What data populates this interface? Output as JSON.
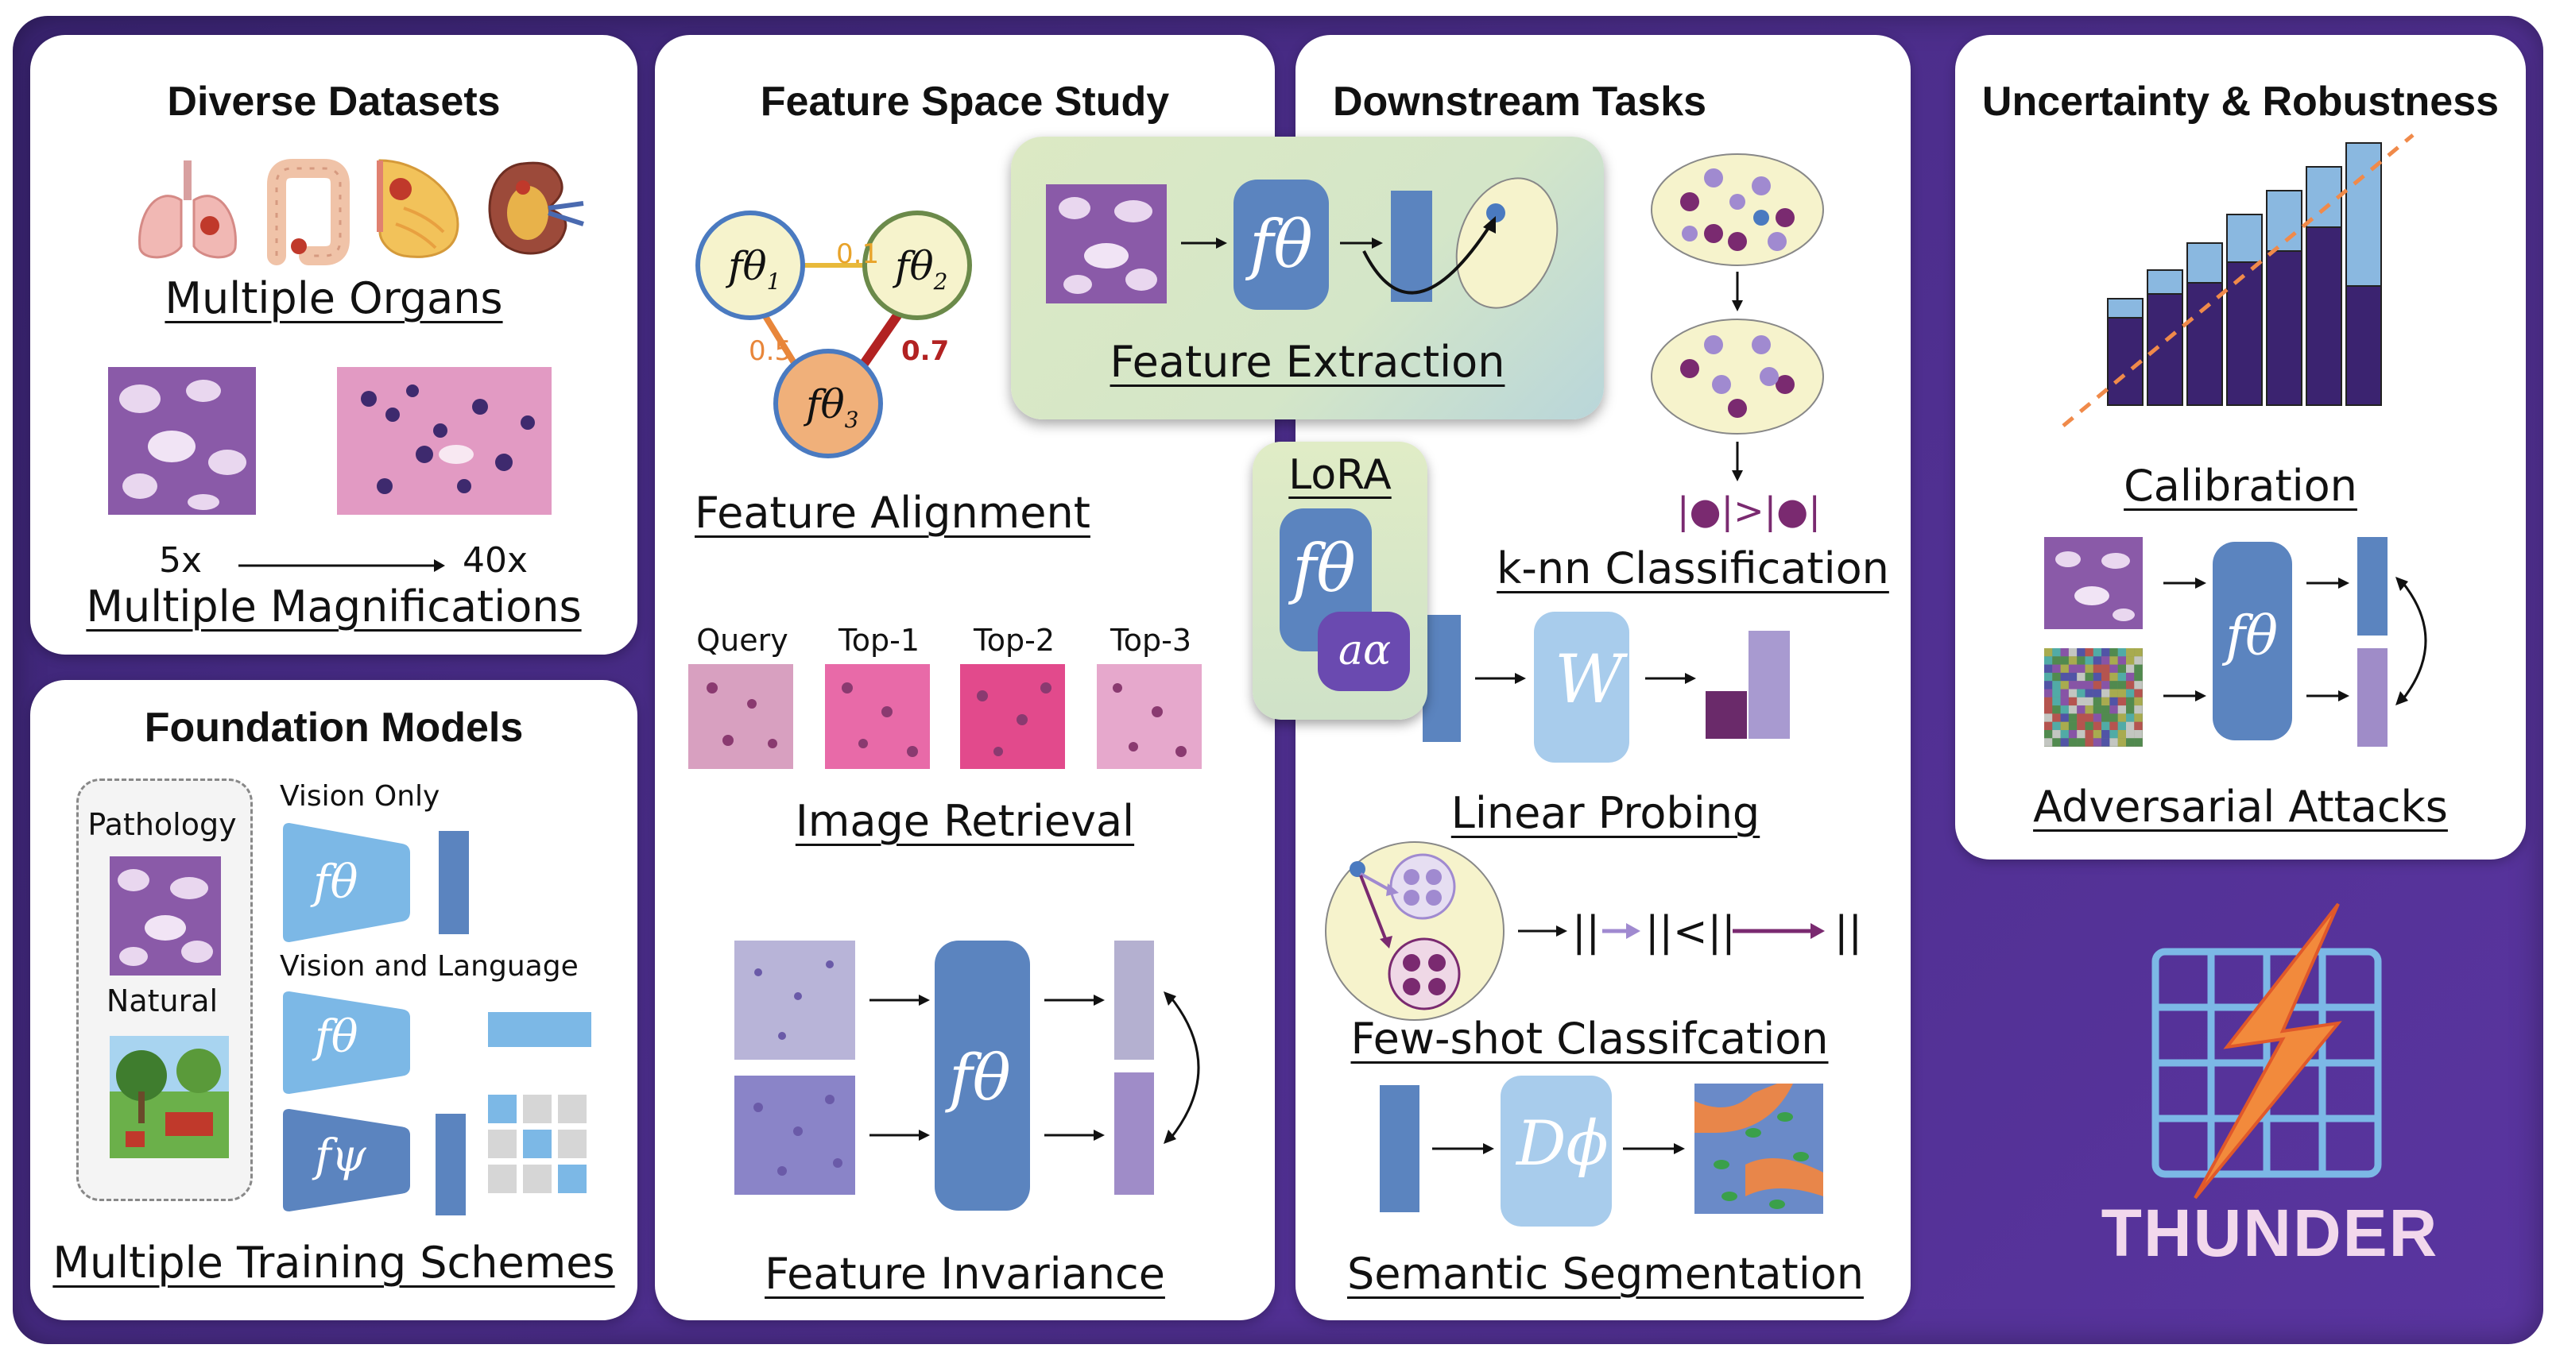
{
  "panels": {
    "datasets": {
      "title": "Diverse Datasets",
      "organs_caption": "Multiple Organs",
      "mag_low": "5x",
      "mag_high": "40x",
      "mag_caption": "Multiple Magnifications",
      "organ_icons": [
        "lungs-icon",
        "colon-icon",
        "breast-icon",
        "kidney-icon"
      ]
    },
    "foundation": {
      "title": "Foundation Models",
      "pathology_label": "Pathology",
      "natural_label": "Natural",
      "vision_only_label": "Vision Only",
      "vision_language_label": "Vision and Language",
      "encoder_theta": "fθ",
      "encoder_psi": "fψ",
      "caption": "Multiple Training Schemes"
    },
    "feature_space": {
      "title": "Feature Space Study",
      "node1": "fθ1",
      "node2": "fθ2",
      "node3": "fθ3",
      "edge12": "0.1",
      "edge13": "0.5",
      "edge23": "0.7",
      "alignment_caption": "Feature Alignment",
      "query_label": "Query",
      "top1_label": "Top-1",
      "top2_label": "Top-2",
      "top3_label": "Top-3",
      "retrieval_caption": "Image Retrieval",
      "encoder": "fθ",
      "invariance_caption": "Feature Invariance"
    },
    "feature_extraction": {
      "encoder": "fθ",
      "caption": "Feature Extraction"
    },
    "lora": {
      "title": "LoRA",
      "encoder": "fθ",
      "adapter": "aα"
    },
    "downstream": {
      "title": "Downstream Tasks",
      "knn_caption": "k-nn Classification",
      "knn_formula": "|●|>|●|",
      "linear_weight": "W",
      "linear_caption": "Linear Probing",
      "fewshot_caption": "Few-shot Classifcation",
      "seg_decoder": "Dϕ",
      "seg_caption": "Semantic Segmentation"
    },
    "uncertainty": {
      "title": "Uncertainty & Robustness",
      "calibration_caption": "Calibration",
      "encoder": "fθ",
      "adversarial_caption": "Adversarial Attacks"
    },
    "brand": {
      "name": "THUNDER",
      "logo_icon": "lightning-grid-icon"
    }
  },
  "colors": {
    "background_purple": "#4b2d8a",
    "encoder_blue": "#5b84bf",
    "light_blue": "#7cb8e6",
    "dark_purple": "#3b2370",
    "lavender": "#9f8cc8",
    "cream": "#f6f3cc",
    "orange_edge": "#e8863a",
    "red_edge": "#b22222",
    "yellow_edge": "#e8b93a",
    "logo_orange": "#f28a3c",
    "logo_grid": "#7cb8e6"
  }
}
